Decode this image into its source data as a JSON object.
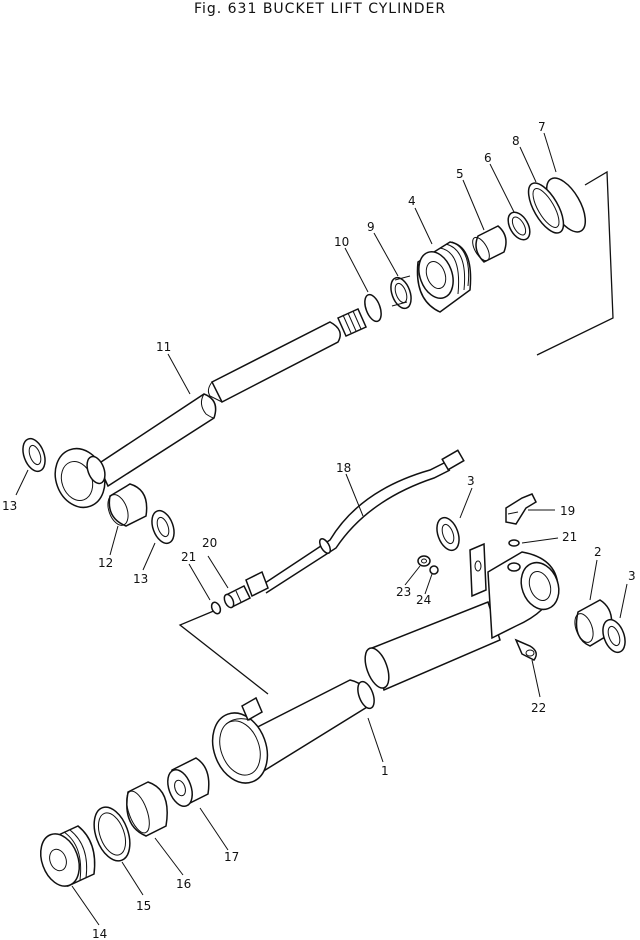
{
  "title": "Fig. 631   BUCKET LIFT CYLINDER",
  "callouts": {
    "p1": "1",
    "p2": "2",
    "p3a": "3",
    "p3b": "3",
    "p4": "4",
    "p5": "5",
    "p6": "6",
    "p7": "7",
    "p8": "8",
    "p9": "9",
    "p10": "10",
    "p11": "11",
    "p12": "12",
    "p13a": "13",
    "p13b": "13",
    "p14": "14",
    "p15": "15",
    "p16": "16",
    "p17": "17",
    "p18": "18",
    "p19": "19",
    "p20": "20",
    "p21a": "21",
    "p21b": "21",
    "p22": "22",
    "p23": "23",
    "p24": "24"
  }
}
